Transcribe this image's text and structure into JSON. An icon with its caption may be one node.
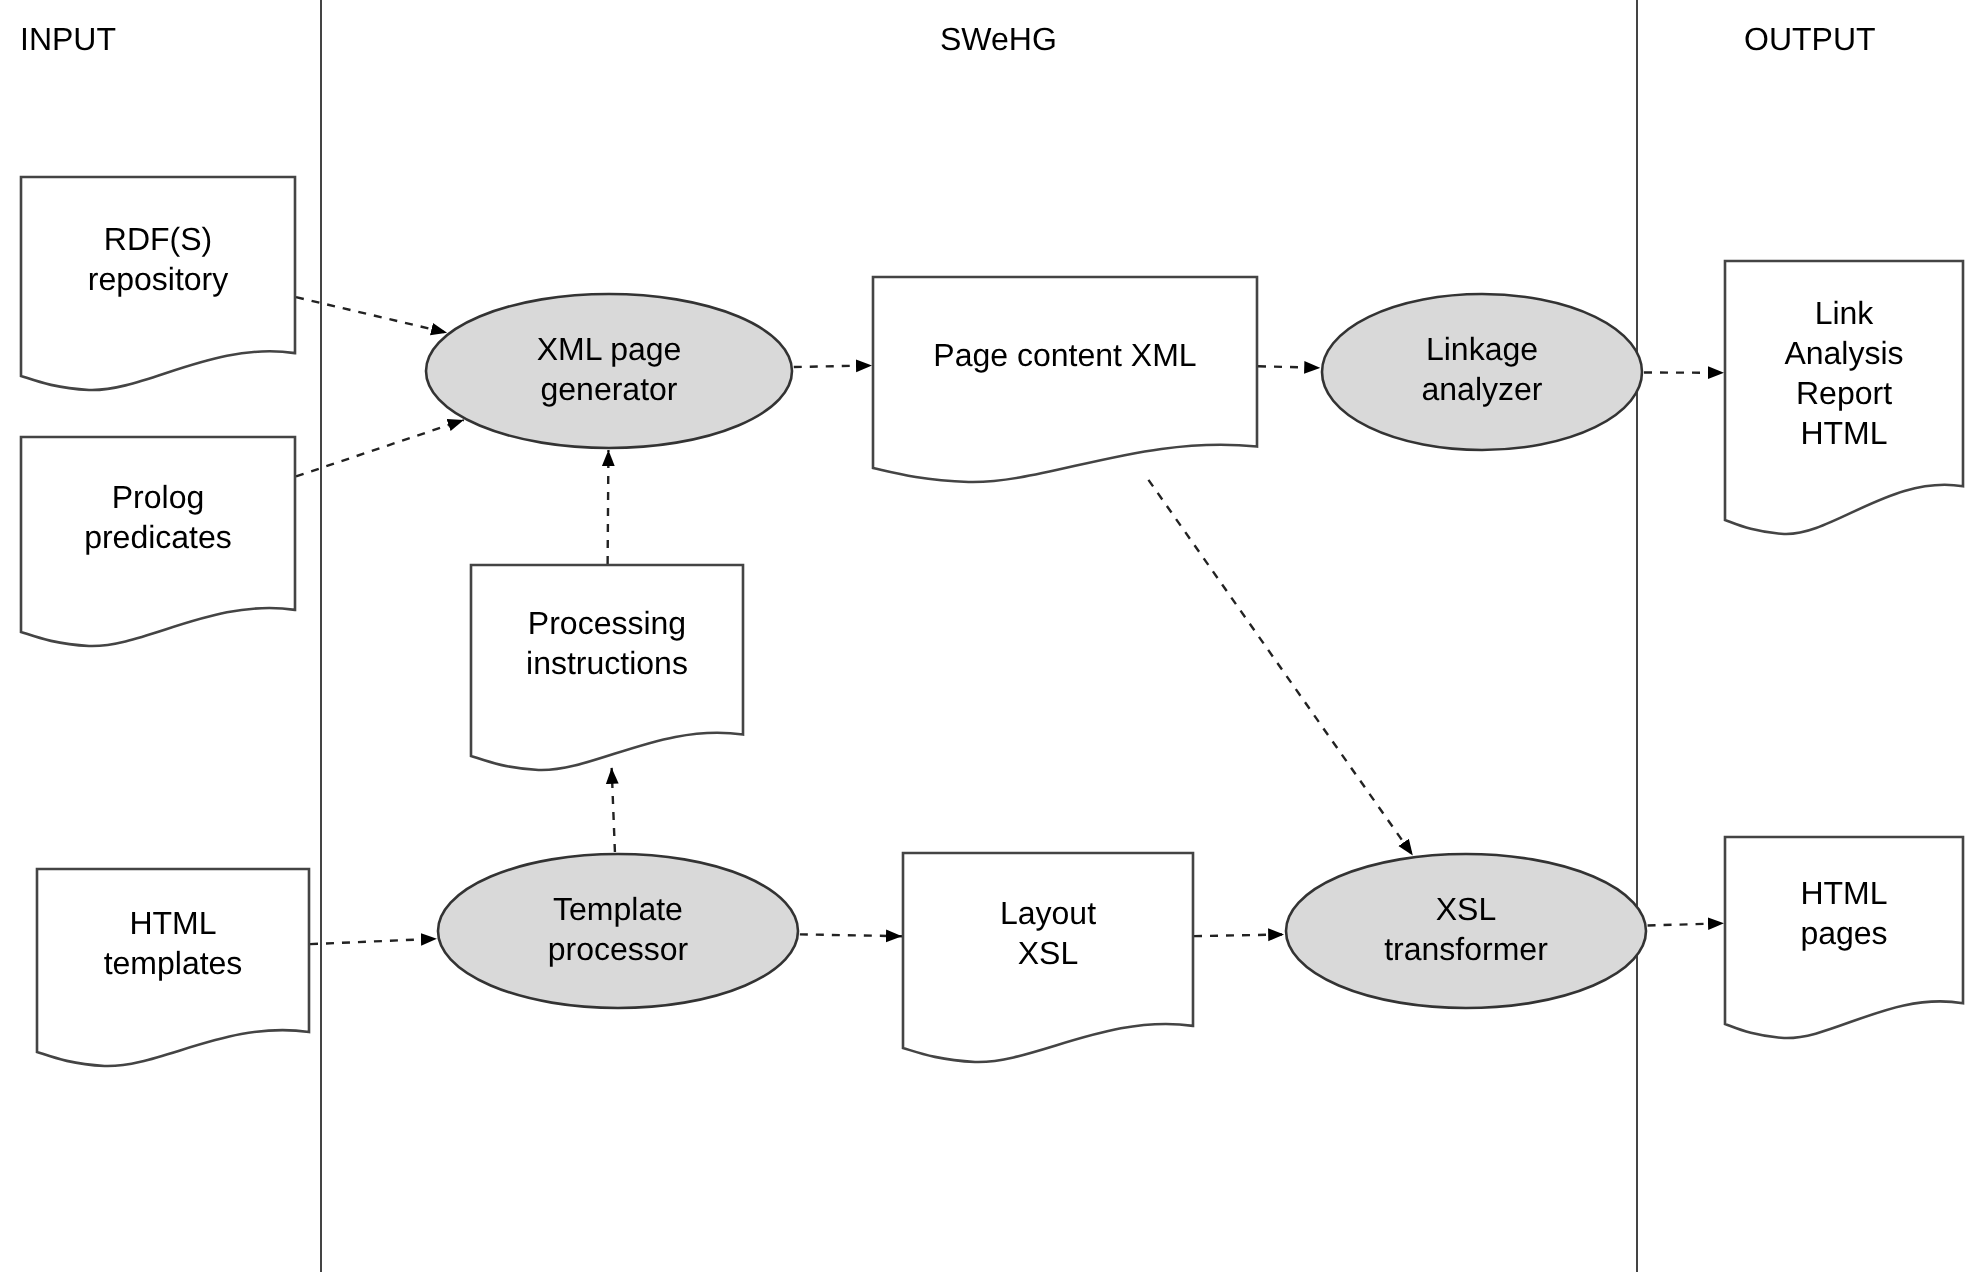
{
  "diagram": {
    "nodes": [
      {
        "text": [
          "RDF(S) repository"
        ]
      },
      {
        "text": [
          "Prolog predicates"
        ]
      },
      {
        "text": [
          "XML page generator"
        ]
      },
      {
        "text": [
          "Page content XML"
        ]
      },
      {
        "text": [
          "Linkage analyzer"
        ]
      },
      {
        "text": [
          "Link Analysis Report HTML"
        ]
      },
      {
        "text": [
          "Processing instructions"
        ]
      },
      {
        "text": [
          "HTML templates"
        ]
      },
      {
        "text": [
          "Template processor"
        ]
      },
      {
        "text": [
          "Layout XSL"
        ]
      },
      {
        "text": [
          "XSL transformer"
        ]
      },
      {
        "text": [
          "HTML pages"
        ]
      }
    ],
    "edges": [
      {
        "from": 0,
        "to": 2,
        "arrow": "to",
        "style": "dashed"
      },
      {
        "from": 1,
        "to": 2,
        "arrow": "to",
        "style": "dashed"
      },
      {
        "from": 2,
        "to": 3,
        "arrow": "to",
        "style": "dashed"
      },
      {
        "from": 3,
        "to": 4,
        "arrow": "to",
        "style": "dashed"
      },
      {
        "from": 4,
        "to": 5,
        "arrow": "to",
        "style": "dashed"
      },
      {
        "from": 6,
        "to": 2,
        "arrow": "to",
        "style": "dashed"
      },
      {
        "from": 8,
        "to": 6,
        "arrow": "to",
        "style": "dashed"
      },
      {
        "from": 7,
        "to": 8,
        "arrow": "to",
        "style": "dashed"
      },
      {
        "from": 8,
        "to": 9,
        "arrow": "to",
        "style": "dashed"
      },
      {
        "from": 3,
        "to": 10,
        "arrow": "to",
        "style": "dashed"
      },
      {
        "from": 9,
        "to": 10,
        "arrow": "to",
        "style": "dashed"
      },
      {
        "from": 10,
        "to": 11,
        "arrow": "to",
        "style": "dashed"
      }
    ],
    "labels": [
      "INPUT",
      "SWeHG",
      "OUTPUT"
    ]
  }
}
